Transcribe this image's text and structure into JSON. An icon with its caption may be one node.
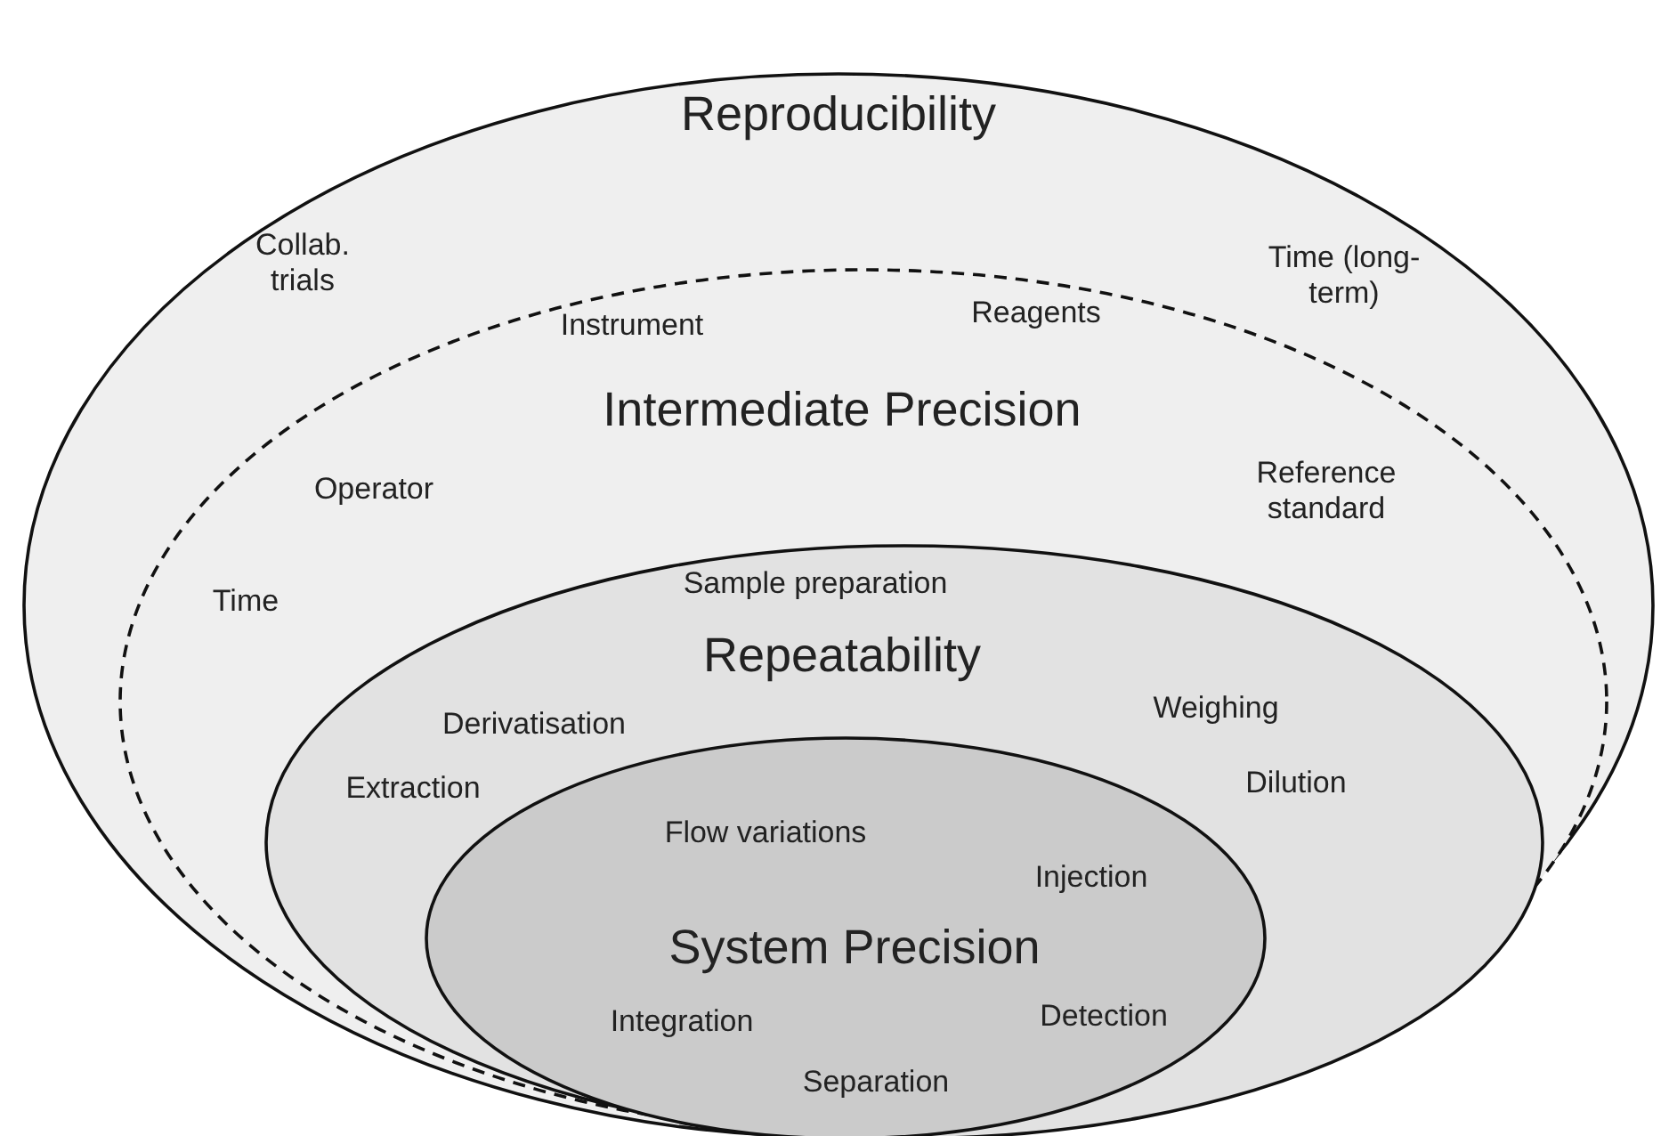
{
  "diagram": {
    "nodes": [
      {
        "text": [
          "Reproducibility",
          "Collab. trials",
          "Time (long-term)"
        ]
      },
      {
        "text": [
          "Instrument",
          "Reagents",
          "Intermediate Precision",
          "Operator",
          "Reference standard",
          "Time"
        ],
        "in": 0
      },
      {
        "text": [
          "Sample preparation",
          "Repeatability",
          "Derivatisation",
          "Weighing",
          "Extraction",
          "Dilution"
        ],
        "in": 1
      },
      {
        "text": [
          "Flow variations",
          "Injection",
          "System Precision",
          "Integration",
          "Detection",
          "Separation"
        ],
        "in": 2
      }
    ],
    "edges": []
  }
}
